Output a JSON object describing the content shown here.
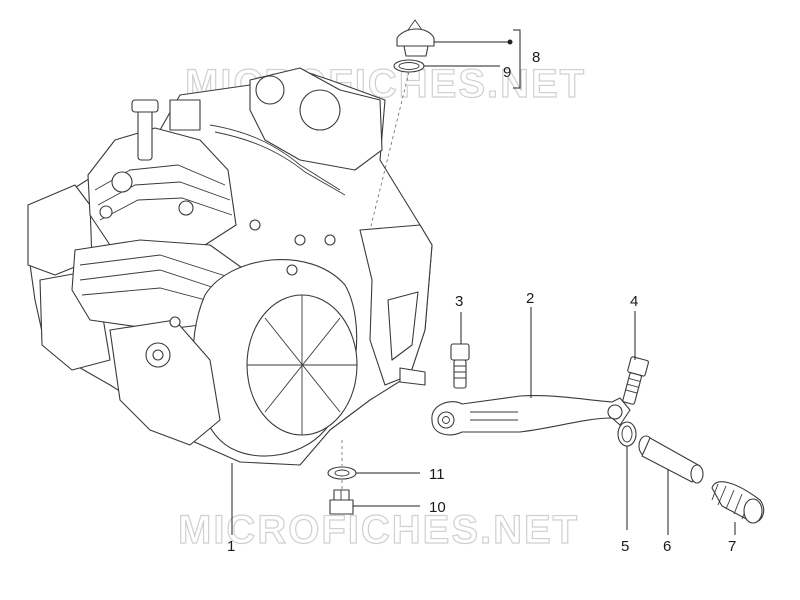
{
  "watermark": {
    "text": "MICROFICHES.NET"
  },
  "callouts": [
    {
      "id": "1",
      "label": "1"
    },
    {
      "id": "2",
      "label": "2"
    },
    {
      "id": "3",
      "label": "3"
    },
    {
      "id": "4",
      "label": "4"
    },
    {
      "id": "5",
      "label": "5"
    },
    {
      "id": "6",
      "label": "6"
    },
    {
      "id": "7",
      "label": "7"
    },
    {
      "id": "8",
      "label": "8"
    },
    {
      "id": "9",
      "label": "9"
    },
    {
      "id": "10",
      "label": "10"
    },
    {
      "id": "11",
      "label": "11"
    }
  ]
}
